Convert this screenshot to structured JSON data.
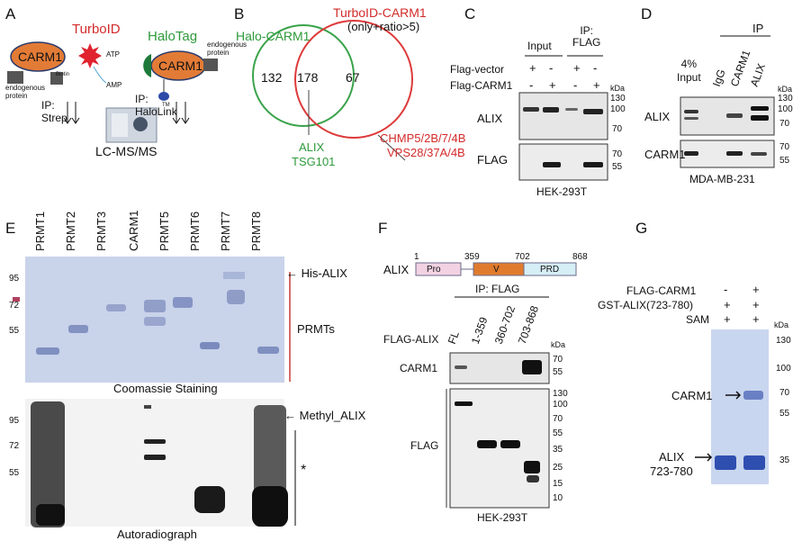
{
  "panels": {
    "A": {
      "letter": "A",
      "turboid": "TurboID",
      "halotag": "HaloTag",
      "carm1_left": "CARM1",
      "carm1_right": "CARM1",
      "atp": "ATP",
      "amp": "AMP",
      "biotin": "Biotin",
      "endogenous_left": "endogenous\nprotein",
      "endogenous_right": "endogenous\nprotein",
      "ip_strep": "IP:\nStrep",
      "ip_halolink": "IP:\nHaloLink",
      "tm": "TM",
      "lcms": "LC-MS/MS"
    },
    "B": {
      "letter": "B",
      "halo_title": "Halo-CARM1",
      "turbo_title": "TurboID-CARM1",
      "turbo_sub": "(only+ratio>5)",
      "n_left": "132",
      "n_mid": "178",
      "n_right": "67",
      "shared": [
        "ALIX",
        "TSG101"
      ],
      "turbo_only": [
        "CHMP5/2B/7/4B",
        "VPS28/37A/4B"
      ]
    },
    "C": {
      "letter": "C",
      "input": "Input",
      "ip": "IP:\nFLAG",
      "row1": "Flag-vector",
      "row2": "Flag-CARM1",
      "signs_row1": [
        "+",
        "-",
        "+",
        "-"
      ],
      "signs_row2": [
        "-",
        "+",
        "-",
        "+"
      ],
      "kda": "kDa",
      "blot1": "ALIX",
      "blot2": "FLAG",
      "mw1": [
        "130",
        "100",
        "70"
      ],
      "mw2": [
        "70",
        "55"
      ],
      "cell": "HEK-293T"
    },
    "D": {
      "letter": "D",
      "ip": "IP",
      "input": "4%\nInput",
      "lanes": [
        "IgG",
        "CARM1",
        "ALIX"
      ],
      "kda": "kDa",
      "blot1": "ALIX",
      "blot2": "CARM1",
      "mw1": [
        "130",
        "100",
        "70"
      ],
      "mw2": [
        "70",
        "55"
      ],
      "cell": "MDA-MB-231"
    },
    "E": {
      "letter": "E",
      "lanes": [
        "PRMT1",
        "PRMT2",
        "PRMT3",
        "CARM1",
        "PRMT5",
        "PRMT6",
        "PRMT7",
        "PRMT8"
      ],
      "mw_top": [
        "95",
        "72",
        "55"
      ],
      "mw_bottom": [
        "95",
        "72",
        "55"
      ],
      "his_alix": "His-ALIX",
      "prmts": "PRMTs",
      "coomassie": "Coomassie Staining",
      "methyl_alix": "Methyl_ALIX",
      "asterisk": "*",
      "autorad": "Autoradiograph"
    },
    "F": {
      "letter": "F",
      "alix": "ALIX",
      "domains": [
        "Pro",
        "V",
        "PRD"
      ],
      "positions": [
        "1",
        "359",
        "702",
        "868"
      ],
      "ip": "IP: FLAG",
      "flag_alix": "FLAG-ALIX",
      "lanes": [
        "FL",
        "1-359",
        "360-702",
        "703-868"
      ],
      "kda": "kDa",
      "blot1": "CARM1",
      "blot2": "FLAG",
      "mw1": [
        "70",
        "55"
      ],
      "mw2": [
        "130",
        "100",
        "70",
        "55",
        "35",
        "25",
        "15",
        "10"
      ],
      "cell": "HEK-293T"
    },
    "G": {
      "letter": "G",
      "rows": [
        "FLAG-CARM1",
        "GST-ALIX(723-780)",
        "SAM"
      ],
      "signs": [
        [
          "-",
          "+"
        ],
        [
          "+",
          "+"
        ],
        [
          "+",
          "+"
        ]
      ],
      "kda": "kDa",
      "mw": [
        "130",
        "100",
        "70",
        "55",
        "35"
      ],
      "carm1": "CARM1",
      "alix": "ALIX",
      "alix_range": "723-780"
    }
  }
}
